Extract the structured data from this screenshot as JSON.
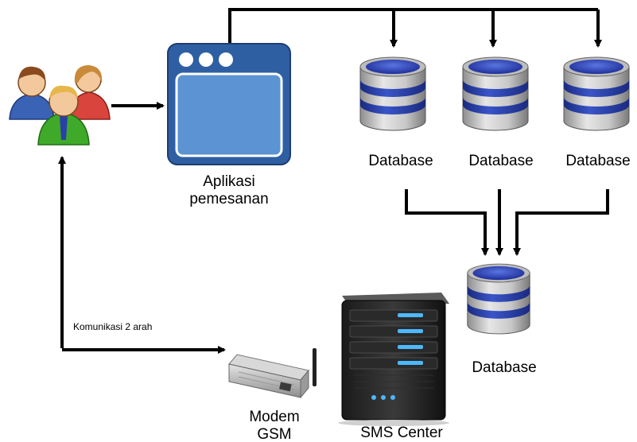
{
  "nodes": {
    "users": {
      "label": ""
    },
    "app": {
      "label_line1": "Aplikasi",
      "label_line2": "pemesanan"
    },
    "db1": {
      "label": "Database"
    },
    "db2": {
      "label": "Database"
    },
    "db3": {
      "label": "Database"
    },
    "db_central": {
      "label": "Database"
    },
    "modem": {
      "label_line1": "Modem",
      "label_line2": "GSM"
    },
    "sms_center": {
      "label": "SMS Center"
    }
  },
  "edges": {
    "users_modem": {
      "label": "Komunikasi 2 arah"
    }
  },
  "colors": {
    "user_brown": "#8a4a1e",
    "user_green": "#3faa2a",
    "user_red": "#d9443c",
    "app_blue": "#2f5fa3",
    "db_body": "#c7c7c7",
    "db_band": "#2b3fa8",
    "arrow": "#000000"
  }
}
